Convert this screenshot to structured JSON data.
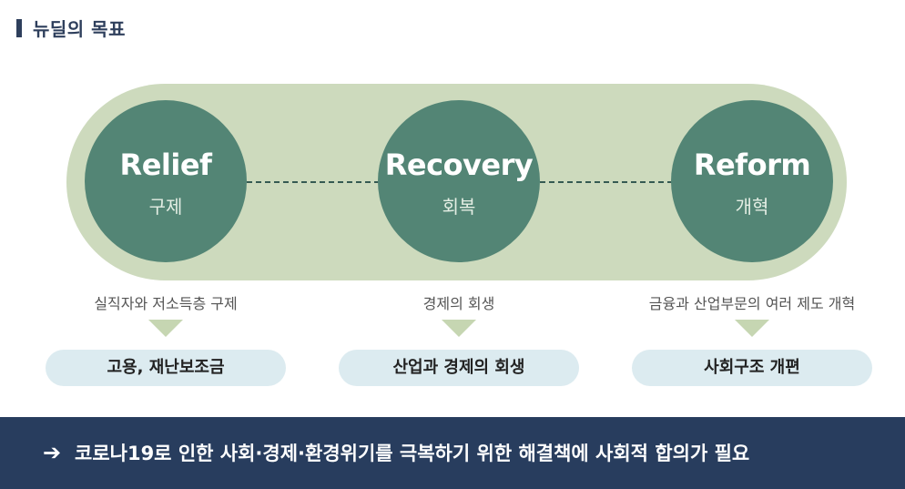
{
  "header": {
    "title": "뉴딜의 목표"
  },
  "goals": [
    {
      "en": "Relief",
      "ko": "구제",
      "desc": "실직자와 저소득층 구제",
      "result": "고용, 재난보조금"
    },
    {
      "en": "Recovery",
      "ko": "회복",
      "desc": "경제의 회생",
      "result": "산업과 경제의 회생"
    },
    {
      "en": "Reform",
      "ko": "개혁",
      "desc": "금융과 산업부문의 여러 제도 개혁",
      "result": "사회구조 개편"
    }
  ],
  "footer": {
    "arrow": "➔",
    "text": "코로나19로 인한 사회·경제·환경위기를 극복하기 위한 해결책에 사회적 합의가 필요"
  },
  "colors": {
    "navy": "#283d5e",
    "circle": "#538575",
    "pill": "#cddabd",
    "result_bg": "#dcebf0"
  }
}
